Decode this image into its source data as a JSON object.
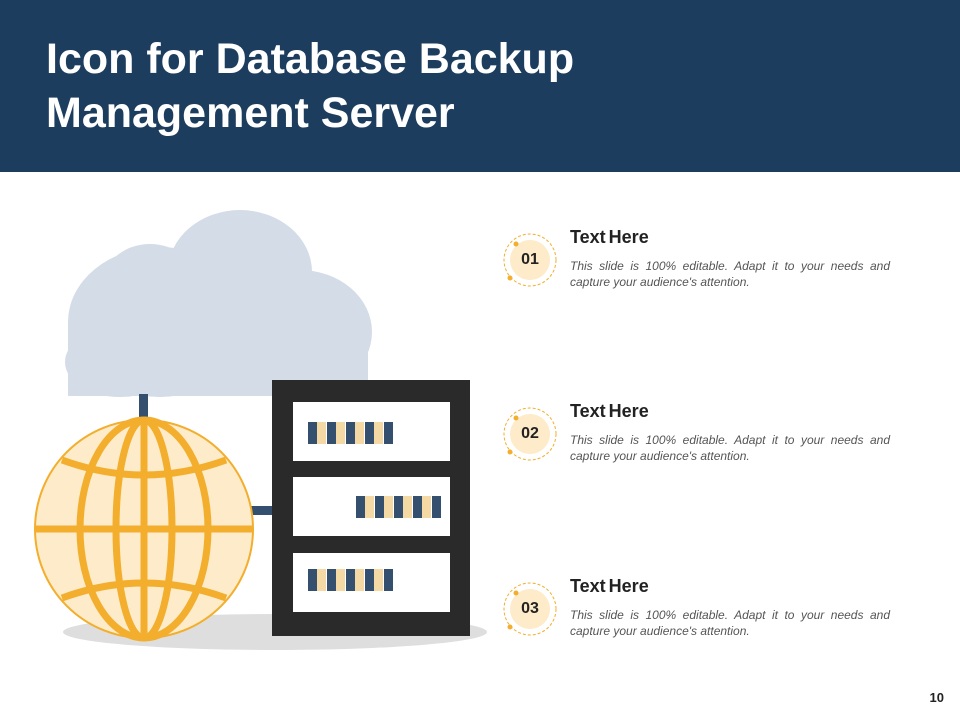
{
  "slide": {
    "title": "Icon for Database Backup Management Server",
    "page_number": "10"
  },
  "items": [
    {
      "number": "01",
      "title": "Text Here",
      "description": "This slide is 100% editable. Adapt it to your needs and capture your audience's attention."
    },
    {
      "number": "02",
      "title": "Text Here",
      "description": "This slide is 100% editable. Adapt it to your needs and capture your audience's attention."
    },
    {
      "number": "03",
      "title": "Text Here",
      "description": "This slide is 100% editable. Adapt it to your needs and capture your audience's attention."
    }
  ],
  "colors": {
    "header": "#1d3d5f",
    "accent": "#f2ae2c",
    "globe_fill": "#fdebc9",
    "cloud": "#d4dce8",
    "server": "#2a2a2a",
    "indicator_dark": "#34506e",
    "indicator_light": "#f5d9a5"
  },
  "icons": [
    "cloud-icon",
    "globe-icon",
    "server-rack-icon"
  ]
}
